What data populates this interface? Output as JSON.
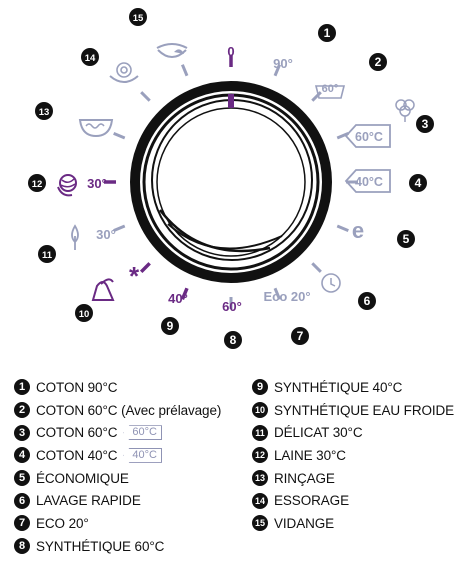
{
  "colors": {
    "purple": "#6a2a84",
    "gray": "#9aa0bd",
    "black": "#111111"
  },
  "dial_labels": [
    {
      "id": "pos-0",
      "text": "0",
      "color": "purple"
    },
    {
      "id": "pos-1",
      "text": "90°",
      "color": "gray"
    },
    {
      "id": "pos-2",
      "text": "60°",
      "color": "gray",
      "icon": "prewash-icon"
    },
    {
      "id": "pos-3",
      "text": "",
      "color": "gray",
      "icon": "cotton-flower-icon"
    },
    {
      "id": "pos-4",
      "text": "60°C",
      "color": "gray",
      "icon": "temp-tag"
    },
    {
      "id": "pos-5",
      "text": "40°C",
      "color": "gray",
      "icon": "temp-tag"
    },
    {
      "id": "pos-6",
      "text": "e",
      "color": "gray",
      "icon": "eco-icon"
    },
    {
      "id": "pos-7",
      "text": "",
      "color": "gray",
      "icon": "clock-icon"
    },
    {
      "id": "pos-8",
      "text": "Eco 20°",
      "color": "gray"
    },
    {
      "id": "pos-9",
      "text": "60°",
      "color": "purple"
    },
    {
      "id": "pos-10",
      "text": "40°",
      "color": "purple"
    },
    {
      "id": "pos-11",
      "text": "*",
      "color": "purple",
      "icon": "cold-star-icon"
    },
    {
      "id": "pos-12",
      "text": "30°",
      "color": "gray",
      "icon": "leaf-icon"
    },
    {
      "id": "pos-13",
      "text": "30°",
      "color": "purple",
      "icon": "wool-icon"
    },
    {
      "id": "pos-14",
      "text": "",
      "color": "gray",
      "icon": "rinse-icon"
    },
    {
      "id": "pos-15",
      "text": "",
      "color": "gray",
      "icon": "spin-icon"
    },
    {
      "id": "pos-16",
      "text": "",
      "color": "gray",
      "icon": "drain-icon"
    }
  ],
  "callouts": [
    "1",
    "2",
    "3",
    "4",
    "5",
    "6",
    "7",
    "8",
    "9",
    "10",
    "11",
    "12",
    "13",
    "14",
    "15"
  ],
  "legend_left": [
    {
      "num": "1",
      "label": "COTON 90°C"
    },
    {
      "num": "2",
      "label": "COTON 60°C (Avec prélavage)"
    },
    {
      "num": "3",
      "label": "COTON 60°C",
      "tag": "60°C"
    },
    {
      "num": "4",
      "label": "COTON 40°C",
      "tag": "40°C"
    },
    {
      "num": "5",
      "label": "ÉCONOMIQUE"
    },
    {
      "num": "6",
      "label": "LAVAGE RAPIDE"
    },
    {
      "num": "7",
      "label": "ECO 20°"
    },
    {
      "num": "8",
      "label": "SYNTHÉTIQUE 60°C"
    }
  ],
  "legend_right": [
    {
      "num": "9",
      "label": "SYNTHÉTIQUE 40°C"
    },
    {
      "num": "10",
      "label": "SYNTHÉTIQUE EAU FROIDE"
    },
    {
      "num": "11",
      "label": "DÉLICAT 30°C"
    },
    {
      "num": "12",
      "label": "LAINE 30°C"
    },
    {
      "num": "13",
      "label": "RINÇAGE"
    },
    {
      "num": "14",
      "label": "ESSORAGE"
    },
    {
      "num": "15",
      "label": "VIDANGE"
    }
  ]
}
